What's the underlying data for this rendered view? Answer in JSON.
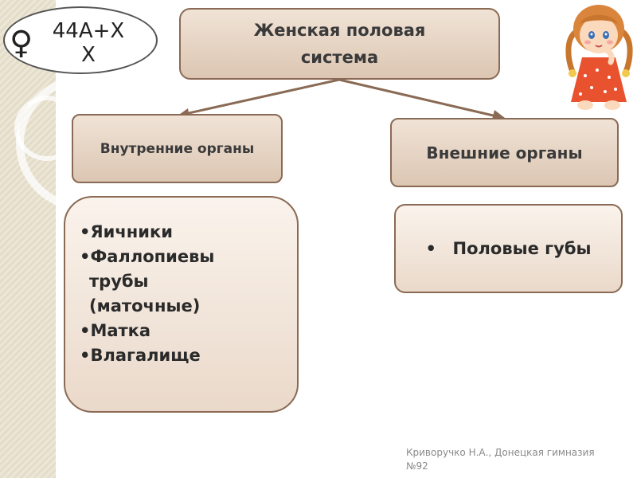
{
  "title": "Женская половая система",
  "chromosome_label": "44А+Х Х",
  "chromosome_line1": "44А+Х",
  "chromosome_line2": "Х",
  "female_symbol": "♀",
  "internal": {
    "heading": "Внутренние органы",
    "items": [
      "Яичники",
      "Фаллопиевы",
      "трубы",
      "(маточные)",
      "Матка",
      "Влагалище"
    ]
  },
  "external": {
    "heading": "Внешние органы",
    "items": [
      "Половые губы"
    ]
  },
  "footer": {
    "line1": "Криворучко Н.А., Донецкая гимназия",
    "line2": "№92"
  },
  "colors": {
    "box_border": "#8a6a54",
    "box_fill": "#e6d4c3",
    "arrow": "#8a6a54",
    "text": "#3a3a3a"
  },
  "icons": [
    "female-symbol-icon",
    "doll-girl-icon"
  ]
}
